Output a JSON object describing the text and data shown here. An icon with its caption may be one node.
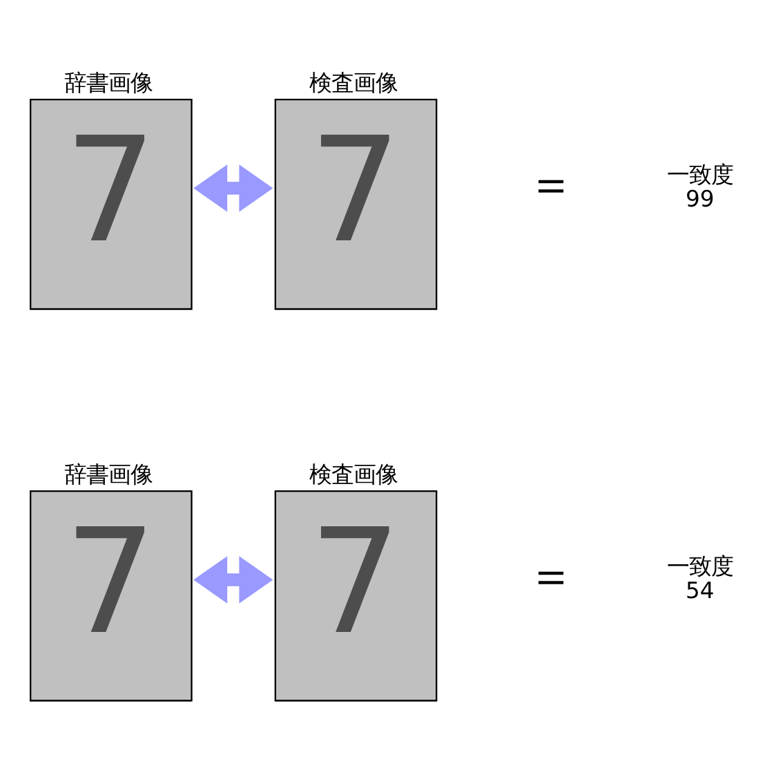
{
  "diagram": {
    "nodes": [
      {
        "text": [
          "辞書画像",
          "7"
        ]
      },
      {
        "text": [
          "検査画像",
          "7"
        ]
      },
      {
        "text": [
          "辞書画像",
          "7"
        ]
      },
      {
        "text": [
          "検査画像",
          "7"
        ]
      }
    ],
    "edges": [
      {
        "from": 0,
        "to": 1,
        "arrow": "both"
      },
      {
        "from": 2,
        "to": 3,
        "arrow": "both"
      }
    ],
    "labels": [
      "＝",
      "一致度",
      "99",
      "＝",
      "一致度",
      "54"
    ]
  }
}
